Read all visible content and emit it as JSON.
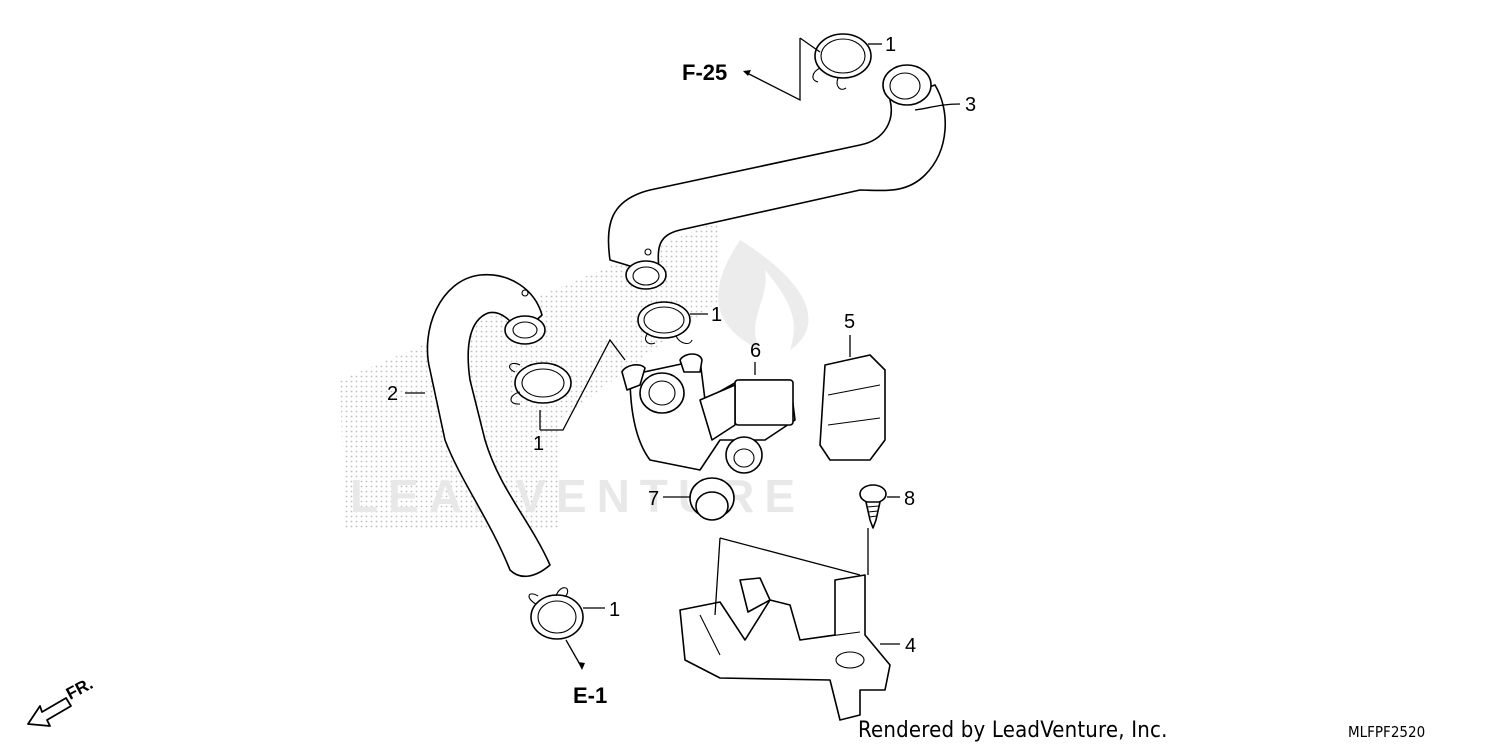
{
  "callouts": {
    "c1a": "1",
    "c1b": "1",
    "c1c": "1",
    "c1d": "1",
    "c2": "2",
    "c3": "3",
    "c4": "4",
    "c5": "5",
    "c6": "6",
    "c7": "7",
    "c8": "8"
  },
  "references": {
    "top": "F-25",
    "bottom": "E-1",
    "direction": "FR."
  },
  "watermark": {
    "text": "LEADVENTURE",
    "color": "#e6e6e6"
  },
  "footer": {
    "credit": "Rendered by LeadVenture, Inc.",
    "code": "MLFPF2520"
  }
}
